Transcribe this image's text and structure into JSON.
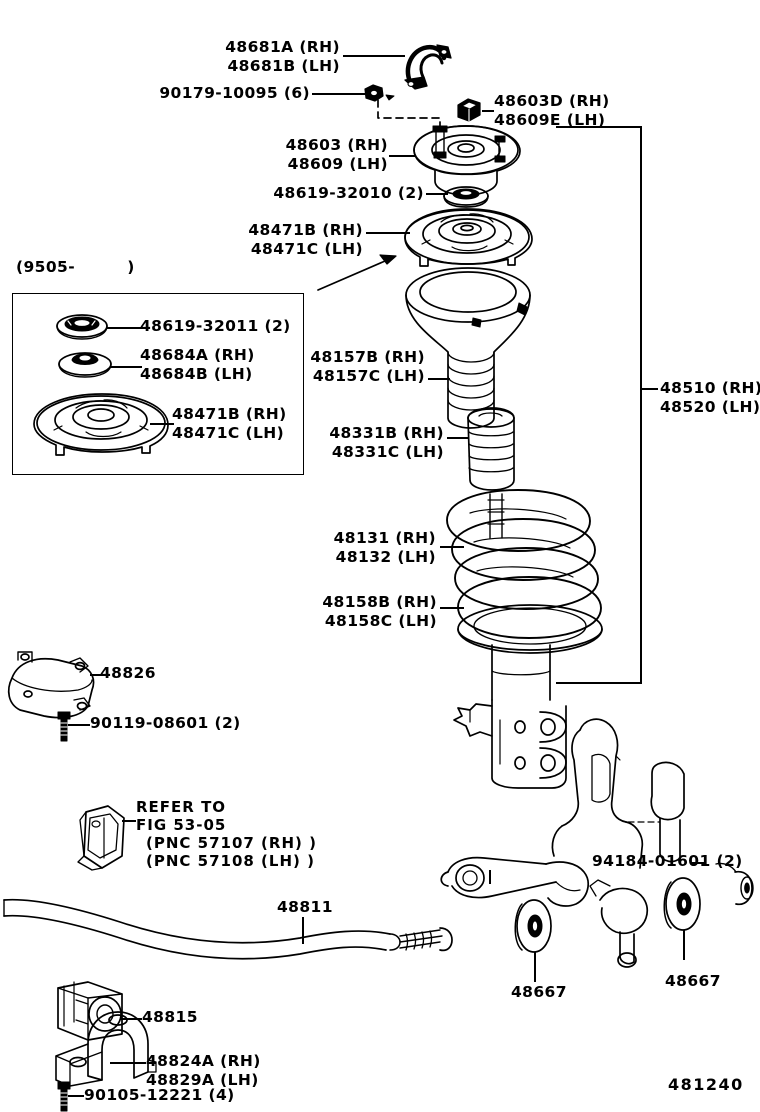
{
  "diagram": {
    "figure_number": "481240",
    "inset_note": "(9505-         )",
    "bracket_label_rh": "48510 (RH)",
    "bracket_label_lh": "48520 (LH)"
  },
  "labels": {
    "clip_rh": "48681A (RH)",
    "clip_lh": "48681B (LH)",
    "nut_90179": "90179-10095 (6)",
    "cap_rh": "48603D (RH)",
    "cap_lh": "48609E (LH)",
    "support_rh": "48603 (RH)",
    "support_lh": "48609 (LH)",
    "bearing_48619": "48619-32010 (2)",
    "seat_rh": "48471B (RH)",
    "seat_lh": "48471C (LH)",
    "boot_rh": "48157B (RH)",
    "boot_lh": "48157C (LH)",
    "bumper_rh": "48331B (RH)",
    "bumper_lh": "48331C (LH)",
    "spring_rh": "48131 (RH)",
    "spring_lh": "48132 (LH)",
    "lowerseat_rh": "48158B (RH)",
    "lowerseat_lh": "48158C (LH)",
    "inset_bearing": "48619-32011 (2)",
    "inset_dust_rh": "48684A (RH)",
    "inset_dust_lh": "48684B (LH)",
    "inset_seat_rh": "48471B (RH)",
    "inset_seat_lh": "48471C (LH)",
    "bracket_48826": "48826",
    "bolt_90119": "90119-08601 (2)",
    "refer_line1": "REFER TO",
    "refer_line2": "FIG 53-05",
    "refer_line3": "(PNC 57107 (RH) )",
    "refer_line4": "(PNC 57108 (LH) )",
    "stabilizer_48811": "48811",
    "bushing_48815": "48815",
    "bracket_rh_48824": "48824A (RH)",
    "bracket_lh_48829": "48829A (LH)",
    "bolt_90105": "90105-12221 (4)",
    "washer_94184": "94184-01601 (2)",
    "dust_seal_left_48667": "48667",
    "dust_seal_right_48667": "48667"
  },
  "colors": {
    "ink": "#000000",
    "paper": "#ffffff"
  }
}
